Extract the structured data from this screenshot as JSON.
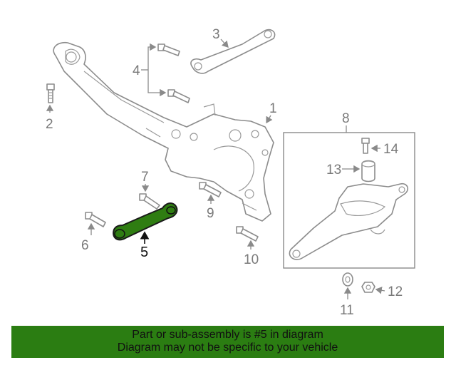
{
  "callouts": {
    "c1": "1",
    "c2": "2",
    "c3": "3",
    "c4": "4",
    "c5": "5",
    "c6": "6",
    "c7": "7",
    "c8": "8",
    "c9": "9",
    "c10": "10",
    "c11": "11",
    "c12": "12",
    "c13": "13",
    "c14": "14"
  },
  "highlight": {
    "part_number": "5",
    "color": "#2f7d12"
  },
  "banner": {
    "line1": "Part or sub-assembly is #5 in diagram",
    "line2": "Diagram may not be specific to your vehicle",
    "background": "#2b7d12"
  }
}
